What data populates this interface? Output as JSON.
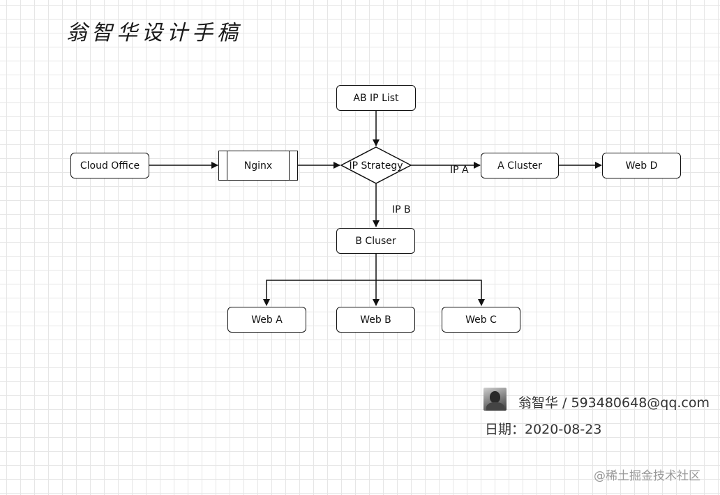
{
  "title": "翁智华设计手稿",
  "nodes": {
    "ab_ip_list": "AB IP List",
    "cloud_office": "Cloud Office",
    "nginx": "Nginx",
    "ip_strategy": "IP Strategy",
    "a_cluster": "A Cluster",
    "web_d": "Web D",
    "b_cluser": "B Cluser",
    "web_a": "Web A",
    "web_b": "Web B",
    "web_c": "Web C"
  },
  "edge_labels": {
    "ip_a": "IP A",
    "ip_b": "IP B"
  },
  "footer": {
    "author": "翁智华 / 593480648@qq.com",
    "date": "日期：2020-08-23",
    "watermark": "@稀土掘金技术社区"
  }
}
